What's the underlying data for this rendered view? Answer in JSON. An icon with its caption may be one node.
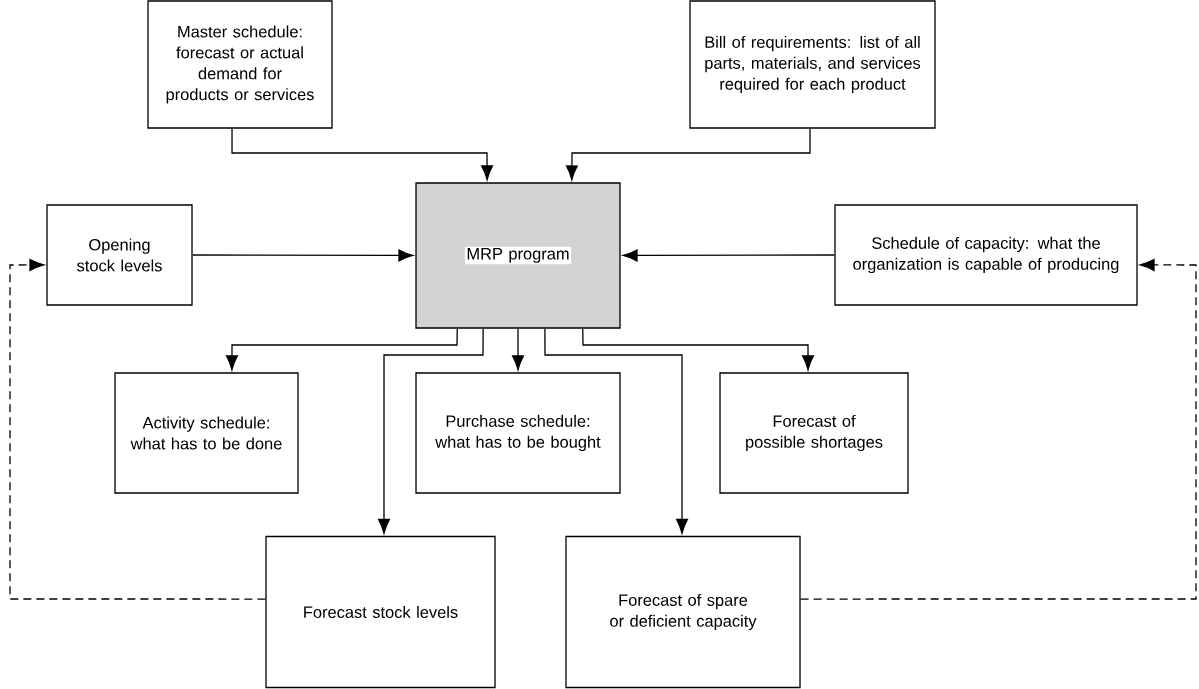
{
  "diagram": {
    "nodes": [
      {
        "text": [
          "Master schedule: forecast or actual demand for products or services"
        ]
      },
      {
        "text": [
          "Bill of requirements: list of all parts, materials, and services required for each product"
        ]
      },
      {
        "text": [
          "Opening stock levels"
        ]
      },
      {
        "text": [
          "MRP program"
        ]
      },
      {
        "text": [
          "Schedule of capacity: what the organization is capable of producing"
        ]
      },
      {
        "text": [
          "Activity schedule: what has to be done"
        ]
      },
      {
        "text": [
          "Purchase schedule: what has to be bought"
        ]
      },
      {
        "text": [
          "Forecast of possible shortages"
        ]
      },
      {
        "text": [
          "Forecast stock levels"
        ]
      },
      {
        "text": [
          "Forecast of spare or deficient capacity"
        ]
      }
    ],
    "edges": [
      {
        "from": 0,
        "to": 3,
        "arrow": "to"
      },
      {
        "from": 1,
        "to": 3,
        "arrow": "to"
      },
      {
        "from": 2,
        "to": 3,
        "arrow": "to"
      },
      {
        "from": 4,
        "to": 3,
        "arrow": "to"
      },
      {
        "from": 3,
        "to": 5,
        "arrow": "to"
      },
      {
        "from": 3,
        "to": 8,
        "arrow": "to"
      },
      {
        "from": 3,
        "to": 6,
        "arrow": "to"
      },
      {
        "from": 3,
        "to": 9,
        "arrow": "to"
      },
      {
        "from": 3,
        "to": 7,
        "arrow": "to"
      },
      {
        "from": 8,
        "to": 2,
        "arrow": "to",
        "style": "dashed"
      },
      {
        "from": 9,
        "to": 4,
        "arrow": "to",
        "style": "dashed"
      }
    ]
  }
}
